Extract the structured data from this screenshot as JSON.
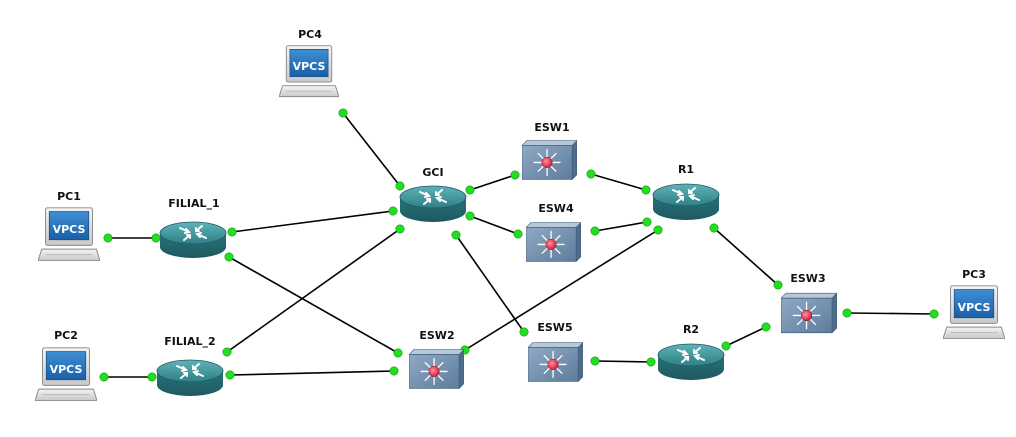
{
  "diagram": {
    "nodes": {
      "pc1": {
        "label": "PC1",
        "screen_text": "VPCS",
        "type": "vpcs"
      },
      "pc2": {
        "label": "PC2",
        "screen_text": "VPCS",
        "type": "vpcs"
      },
      "pc3": {
        "label": "PC3",
        "screen_text": "VPCS",
        "type": "vpcs"
      },
      "pc4": {
        "label": "PC4",
        "screen_text": "VPCS",
        "type": "vpcs"
      },
      "filial1": {
        "label": "FILIAL_1",
        "type": "router"
      },
      "filial2": {
        "label": "FILIAL_2",
        "type": "router"
      },
      "gci": {
        "label": "GCI",
        "type": "router"
      },
      "r1": {
        "label": "R1",
        "type": "router"
      },
      "r2": {
        "label": "R2",
        "type": "router"
      },
      "esw1": {
        "label": "ESW1",
        "type": "switch"
      },
      "esw2": {
        "label": "ESW2",
        "type": "switch"
      },
      "esw3": {
        "label": "ESW3",
        "type": "switch"
      },
      "esw4": {
        "label": "ESW4",
        "type": "switch"
      },
      "esw5": {
        "label": "ESW5",
        "type": "switch"
      }
    },
    "links": [
      [
        "pc4",
        "gci"
      ],
      [
        "pc1",
        "filial1"
      ],
      [
        "pc2",
        "filial2"
      ],
      [
        "filial1",
        "gci"
      ],
      [
        "filial1",
        "esw2"
      ],
      [
        "filial2",
        "gci"
      ],
      [
        "filial2",
        "esw2"
      ],
      [
        "gci",
        "esw1"
      ],
      [
        "gci",
        "esw4"
      ],
      [
        "gci",
        "esw5"
      ],
      [
        "esw1",
        "r1"
      ],
      [
        "esw4",
        "r1"
      ],
      [
        "esw2",
        "r1"
      ],
      [
        "esw5",
        "r2"
      ],
      [
        "r1",
        "esw3"
      ],
      [
        "r2",
        "esw3"
      ],
      [
        "esw3",
        "pc3"
      ]
    ],
    "colors": {
      "link": "#000000",
      "port_status": "#22dd22",
      "router_body": "#2f7f86",
      "switch_body": "#6f8fb0",
      "vpcs_screen": "#1f6fb8"
    }
  }
}
